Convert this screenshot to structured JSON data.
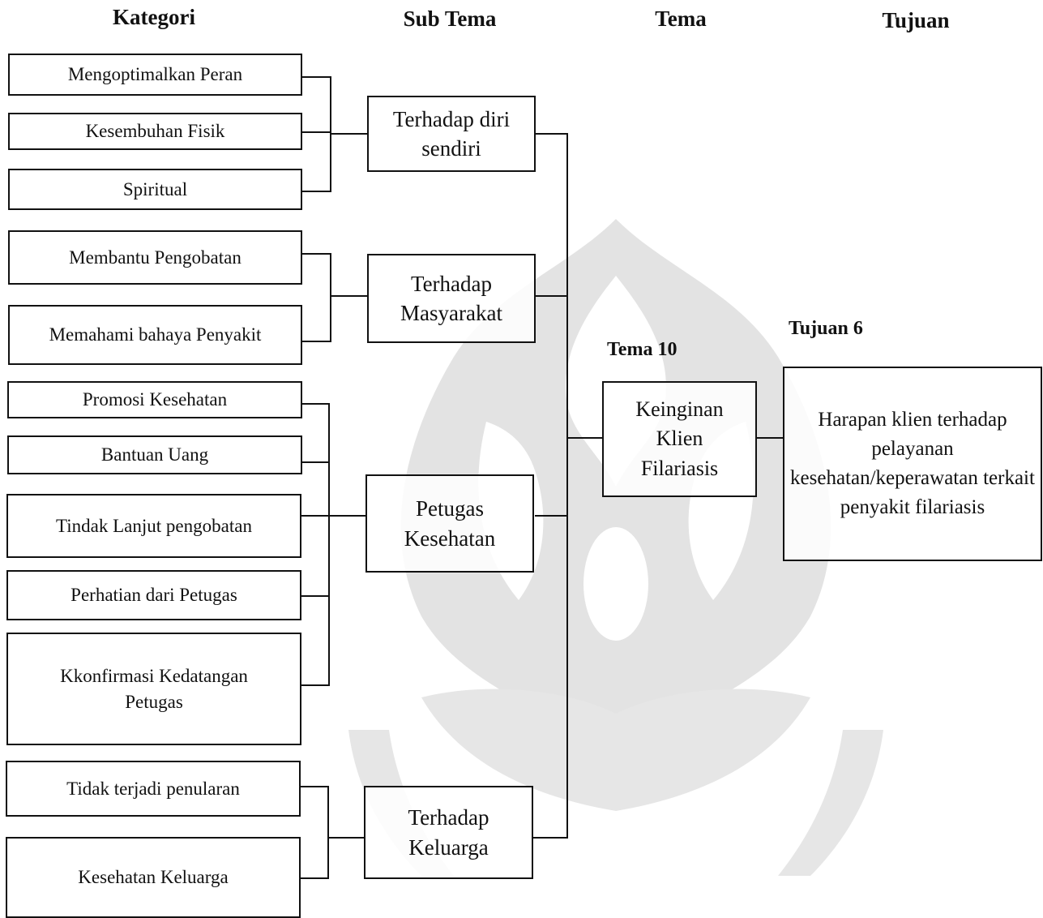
{
  "headers": {
    "kategori": "Kategori",
    "sub_tema": "Sub Tema",
    "tema": "Tema",
    "tujuan": "Tujuan"
  },
  "labels": {
    "tema_10": "Tema 10",
    "tujuan_6": "Tujuan 6"
  },
  "categories": [
    "Mengoptimalkan Peran",
    "Kesembuhan Fisik",
    "Spiritual",
    "Membantu Pengobatan",
    "Memahami bahaya Penyakit",
    "Promosi Kesehatan",
    "Bantuan Uang",
    "Tindak Lanjut pengobatan",
    "Perhatian dari Petugas",
    "Kkonfirmasi Kedatangan Petugas",
    "Tidak terjadi penularan",
    "Kesehatan Keluarga"
  ],
  "sub_themes": [
    "Terhadap diri sendiri",
    "Terhadap Masyarakat",
    "Petugas Kesehatan",
    "Terhadap Keluarga"
  ],
  "theme": "Keinginan Klien Filariasis",
  "goal": "Harapan klien terhadap pelayanan kesehatan/keperawatan terkait  penyakit filariasis"
}
